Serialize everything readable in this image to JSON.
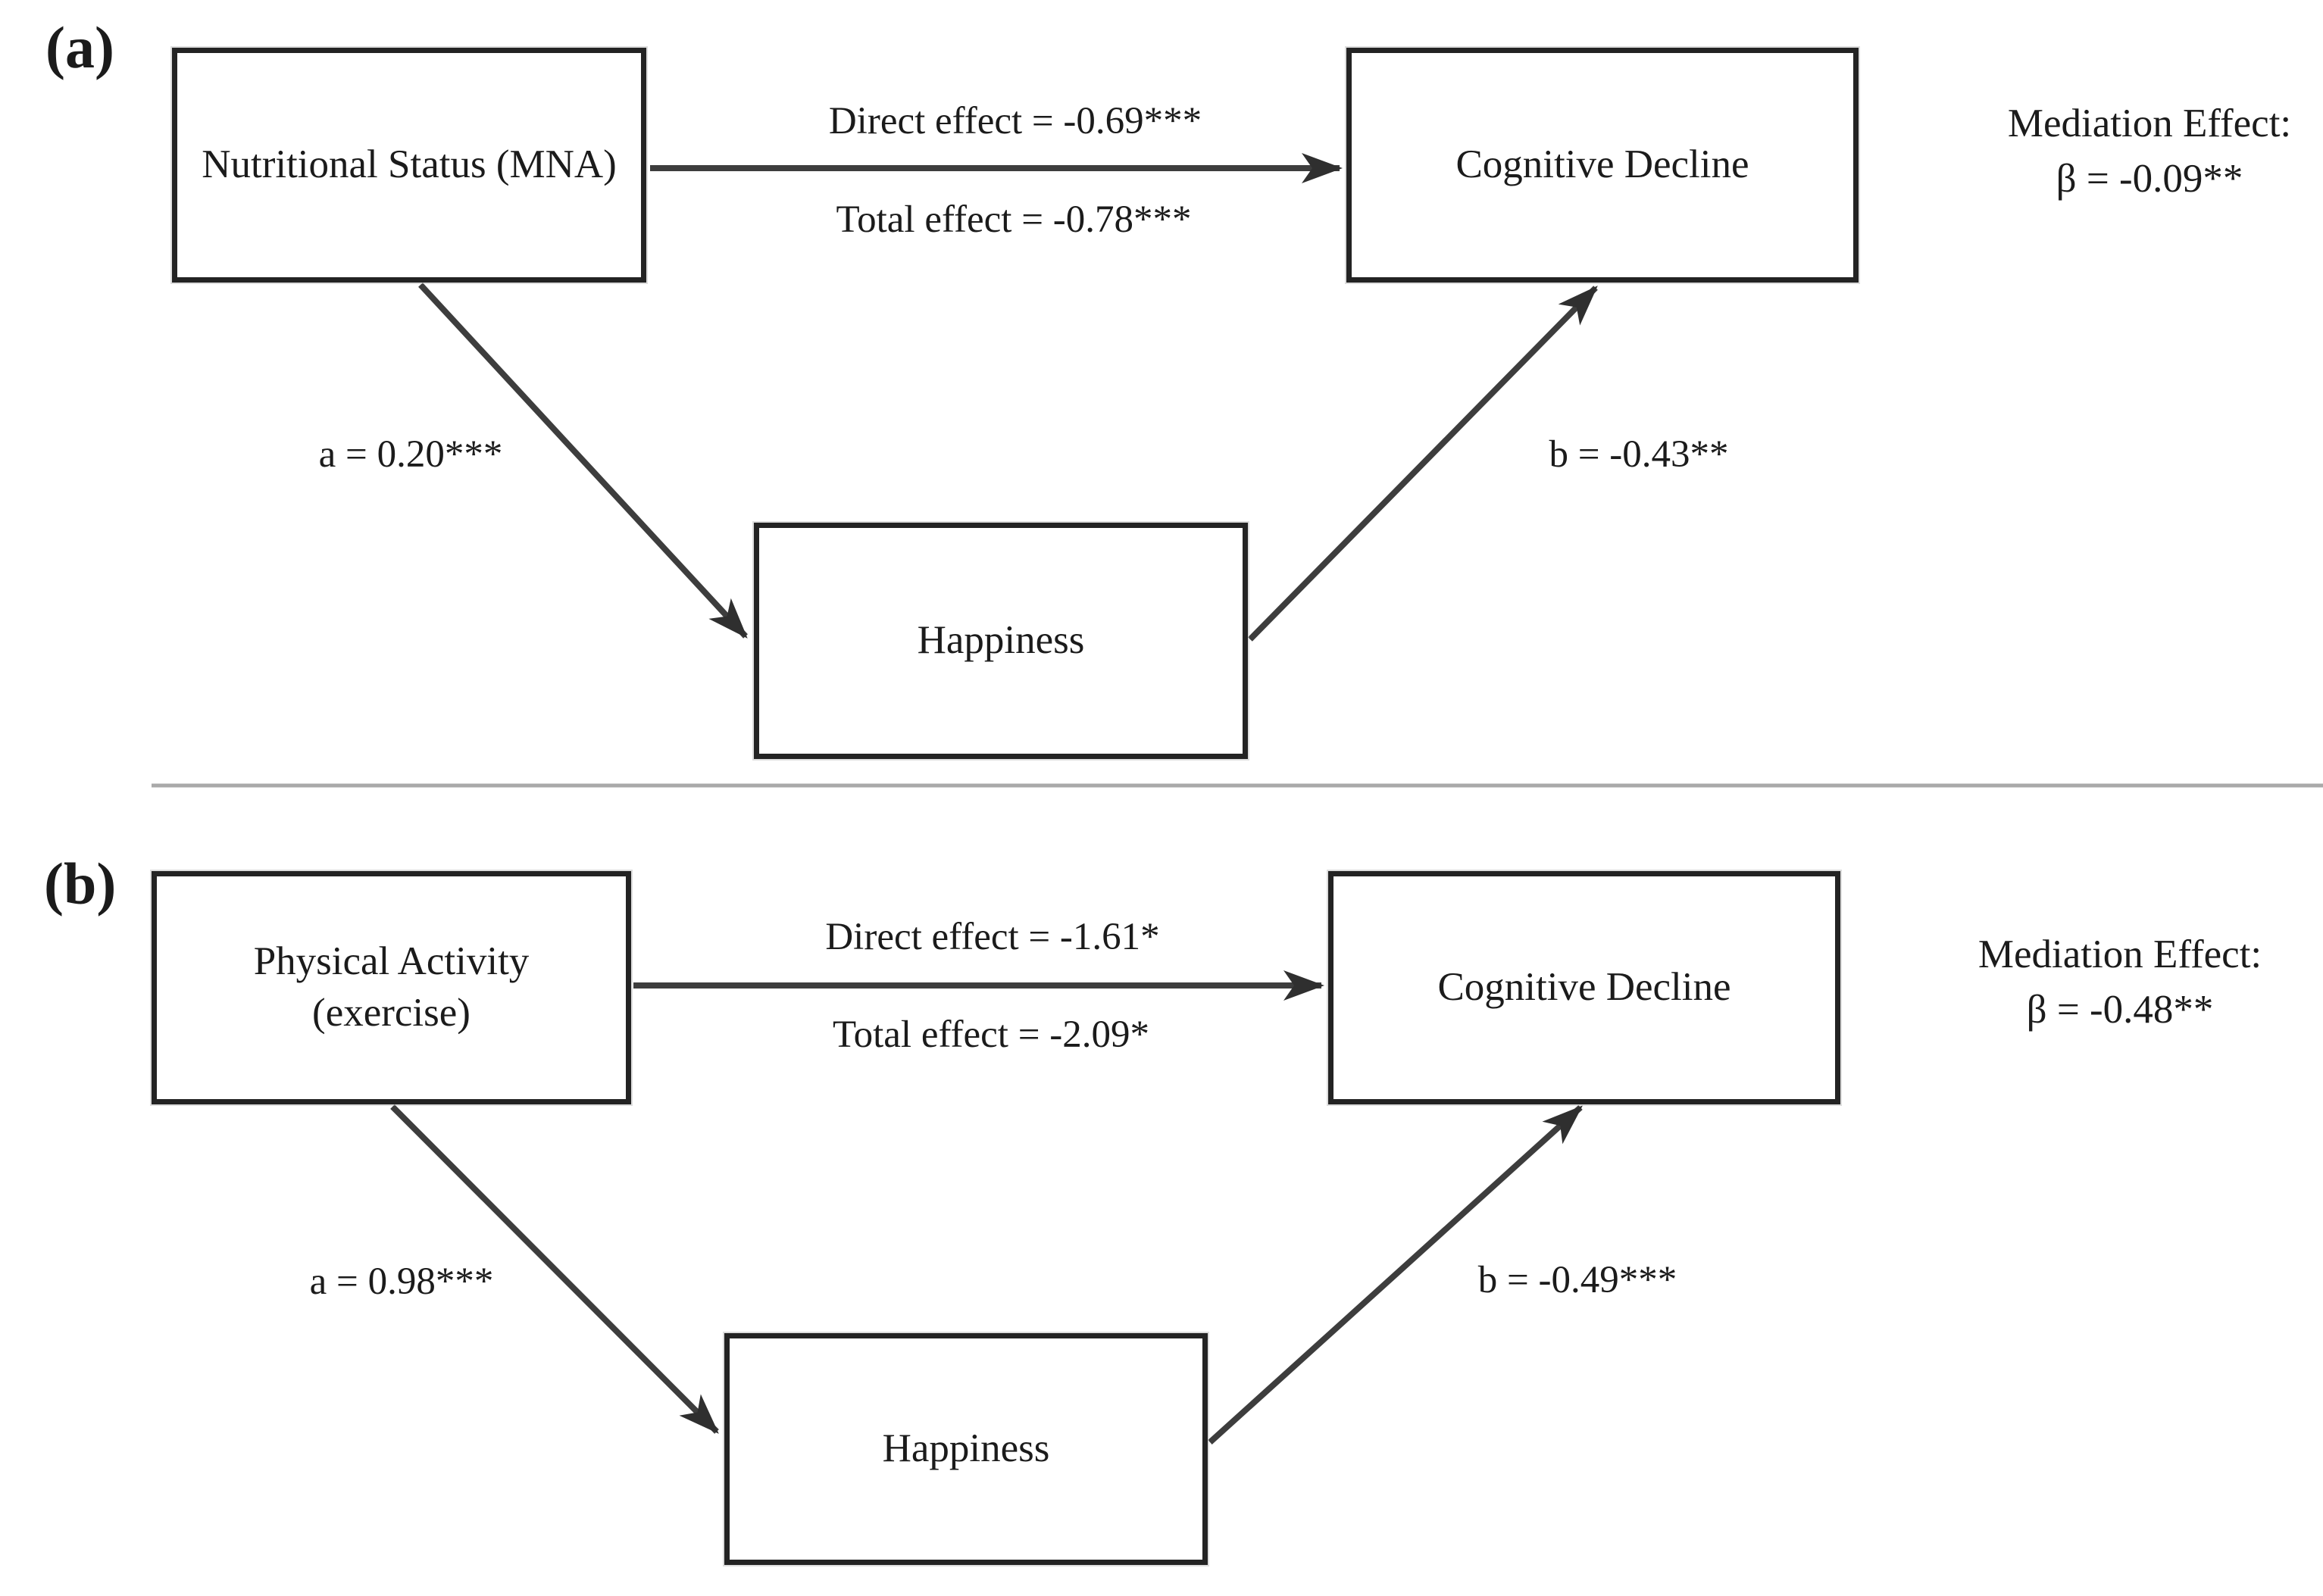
{
  "figure": {
    "colors": {
      "box_border": "#232323",
      "arrow": "#3d3d3d",
      "divider": "#a9a9a9",
      "text": "#1b1b1b",
      "background": "#ffffff"
    },
    "panels": [
      {
        "tag": "(a)",
        "predictor": {
          "lines": [
            "Nutritional Status (MNA)"
          ]
        },
        "mediator": {
          "label": "Happiness"
        },
        "outcome": {
          "label": "Cognitive Decline"
        },
        "direct_effect_label": "Direct effect = -0.69***",
        "total_effect_label": "Total effect = -0.78***",
        "path_a_label": "a = 0.20***",
        "path_b_label": "b = -0.43**",
        "mediation_effect": {
          "line1": "Mediation Effect:",
          "line2": "β = -0.09**"
        }
      },
      {
        "tag": "(b)",
        "predictor": {
          "lines": [
            "Physical Activity",
            "(exercise)"
          ]
        },
        "mediator": {
          "label": "Happiness"
        },
        "outcome": {
          "label": "Cognitive Decline"
        },
        "direct_effect_label": "Direct effect = -1.61*",
        "total_effect_label": "Total effect = -2.09*",
        "path_a_label": "a = 0.98***",
        "path_b_label": "b = -0.49***",
        "mediation_effect": {
          "line1": "Mediation Effect:",
          "line2": "β = -0.48**"
        }
      }
    ]
  }
}
